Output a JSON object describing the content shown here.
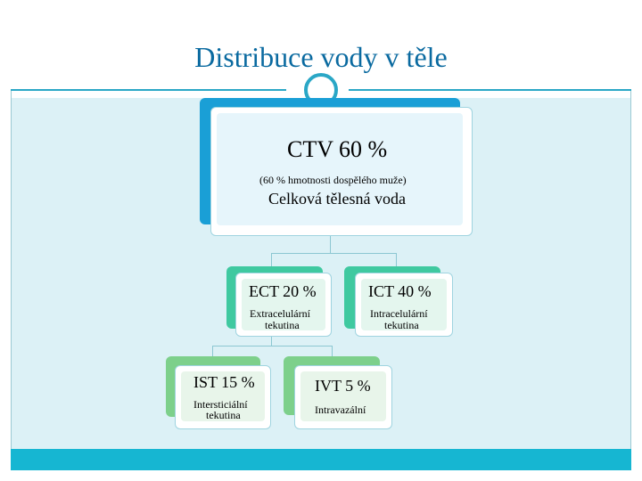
{
  "slide": {
    "title": "Distribuce vody v těle"
  },
  "root": {
    "heading": "CTV 60 %",
    "note": "(60 % hmotnosti dospělého muže)",
    "subtitle": "Celková tělesná voda"
  },
  "level2": [
    {
      "heading": "ECT 20 %",
      "desc_line1": "Extracelulární",
      "desc_line2": "tekutina"
    },
    {
      "heading": "ICT 40 %",
      "desc_line1": "Intracelulární",
      "desc_line2": "tekutina"
    }
  ],
  "level3": [
    {
      "heading": "IST 15 %",
      "desc_line1": "Intersticiální",
      "desc_line2": "tekutina"
    },
    {
      "heading": "IVT 5 %",
      "desc_line1": "Intravazální",
      "desc_line2": ""
    }
  ],
  "colors": {
    "title": "#0a6aa0",
    "root_accent": "#1a9fd6",
    "level2_accent": "#3fc9a0",
    "level3_accent": "#7dd08b",
    "content_bg": "#dcf1f6",
    "bottom_bar": "#16b6d2"
  }
}
